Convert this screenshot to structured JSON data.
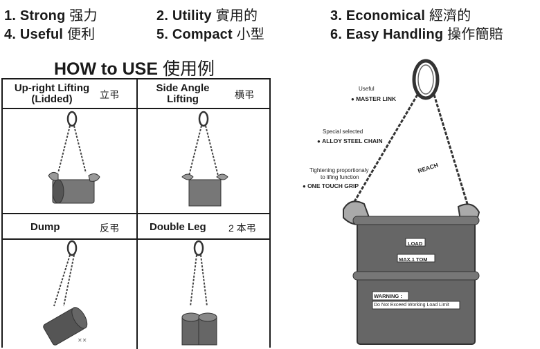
{
  "features": [
    {
      "num": "1.",
      "en": "Strong",
      "zh": "强力"
    },
    {
      "num": "2.",
      "en": "Utility",
      "zh": "實用的"
    },
    {
      "num": "3.",
      "en": "Economical",
      "zh": "經濟的"
    },
    {
      "num": "4.",
      "en": "Useful",
      "zh": "便利"
    },
    {
      "num": "5.",
      "en": "Compact",
      "zh": "小型"
    },
    {
      "num": "6.",
      "en": "Easy Handling",
      "zh": "操作簡賠"
    }
  ],
  "howto": {
    "title": "HOW to USE",
    "zh": "使用例"
  },
  "cells": [
    {
      "label_line1": "Up-right Lifting",
      "label_line2": "(Lidded)",
      "kanji": "立弔"
    },
    {
      "label_line1": "Side Angle",
      "label_line2": "Lifting",
      "kanji": "横弔"
    },
    {
      "label_line1": "Dump",
      "label_line2": "",
      "kanji": "反弔"
    },
    {
      "label_line1": "Double Leg",
      "label_line2": "",
      "kanji": "2 本弔"
    }
  ],
  "diagram": {
    "useful": "Useful",
    "master_link": "MASTER LINK",
    "special": "Special selected",
    "alloy": "ALLOY STEEL CHAIN",
    "tightening1": "Tightening proportionaly",
    "tightening2": "to lifing function",
    "grip": "ONE TOUCH GRIP",
    "reach": "REACH",
    "load": "LOAD",
    "max": "MAX.1 TOM",
    "warning": "WARNING :",
    "warning_text": "Do Not Exceed Working Load Limit"
  }
}
